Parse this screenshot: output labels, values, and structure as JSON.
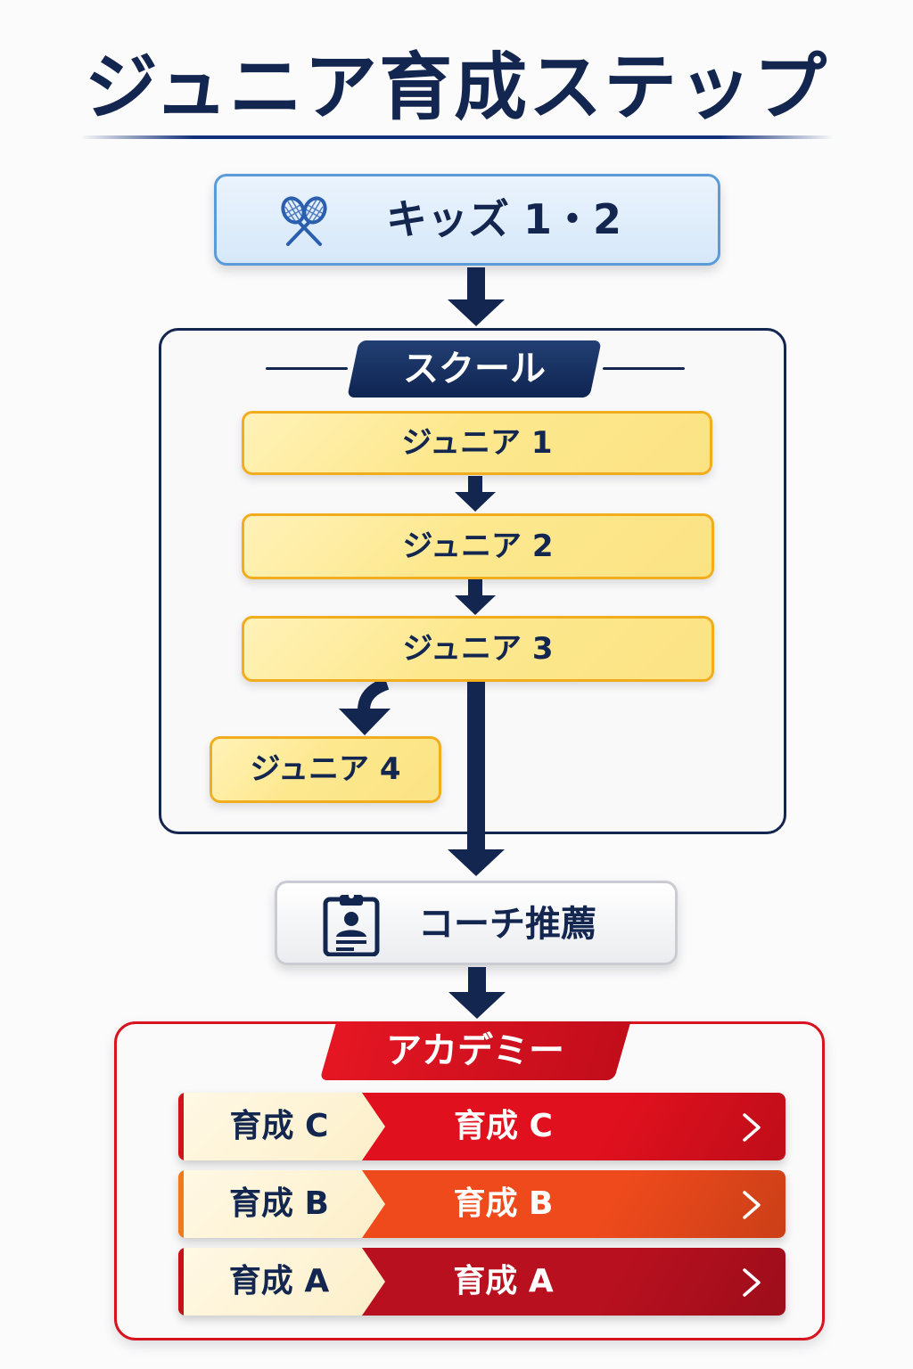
{
  "title": "ジュニア育成ステップ",
  "kids": {
    "label": "キッズ 1・2",
    "icon": "tennis-rackets-icon"
  },
  "school": {
    "label": "スクール",
    "levels": [
      "ジュニア 1",
      "ジュニア 2",
      "ジュニア 3",
      "ジュニア 4"
    ]
  },
  "coach": {
    "label": "コーチ推薦",
    "icon": "clipboard-person-icon"
  },
  "academy": {
    "label": "アカデミー",
    "courses": [
      {
        "tab": "育成 C",
        "label": "育成 C",
        "color": "#e0101e",
        "edge": "#d4121c"
      },
      {
        "tab": "育成 B",
        "label": "育成 B",
        "color": "#ee4a1c",
        "edge": "#f07a1a"
      },
      {
        "tab": "育成 A",
        "label": "育成 A",
        "color": "#b8101f",
        "edge": "#c8101d"
      }
    ]
  },
  "colors": {
    "navy": "#13264f",
    "kids_border": "#5b9bd8",
    "junior_border": "#f2ad1e",
    "academy_red": "#d7141f"
  }
}
